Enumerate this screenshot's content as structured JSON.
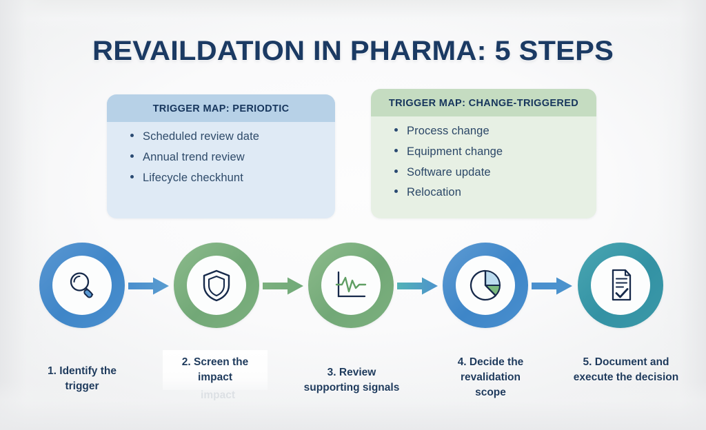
{
  "title": "REVAILDATION IN PHARMA: 5 STEPS",
  "colors": {
    "title_navy": "#1b3a63",
    "blue_ring": "#4a8fce",
    "green_ring": "#7cb07e",
    "teal_ring": "#3b98a8",
    "card_blue_header": "#b7d1e7",
    "card_blue_body": "#dfeaf5",
    "card_green_header": "#c5dcc1",
    "card_green_body": "#e7f0e4",
    "background": "#f4f5f6",
    "icon_navy": "#16294a"
  },
  "cards": [
    {
      "id": "periodic",
      "header": "TRIGGER MAP: PERIODTIC",
      "bullets": [
        "Scheduled review date",
        "Annual trend review",
        "Lifecycle checkhunt"
      ]
    },
    {
      "id": "change-triggered",
      "header": "TRIGGER MAP: CHANGE-TRIGGERED",
      "bullets": [
        "Process change",
        "Equipment change",
        "Software update",
        "Relocation"
      ]
    }
  ],
  "steps": [
    {
      "number": "1",
      "icon": "magnifier-icon",
      "ring_color": "#4a8fce",
      "caption_line1": "1. Identify the",
      "caption_line2": "trigger"
    },
    {
      "number": "2",
      "icon": "shield-icon",
      "ring_color": "#7cb07e",
      "caption_line1": "2. Screen the",
      "caption_line2": "impact"
    },
    {
      "number": "3",
      "icon": "line-chart-icon",
      "ring_color": "#7cb07e",
      "caption_line1": "3. Review",
      "caption_line2": "supporting signals"
    },
    {
      "number": "4",
      "icon": "pie-chart-icon",
      "ring_color": "#4a8fce",
      "caption_line1": "4. Decide the",
      "caption_line2": "revalidation",
      "caption_line3": "scope"
    },
    {
      "number": "5",
      "icon": "document-check-icon",
      "ring_color": "#3b98a8",
      "caption_line1": "5. Document and",
      "caption_line2": "execute the decision"
    }
  ],
  "arrows": [
    {
      "from": "#4a8fce",
      "to": "#5a9ccf"
    },
    {
      "from": "#7cb07e",
      "to": "#74ab7c"
    },
    {
      "from": "#4fb0b8",
      "to": "#4e95cd"
    },
    {
      "from": "#4a8fce",
      "to": "#4b93cd"
    }
  ]
}
